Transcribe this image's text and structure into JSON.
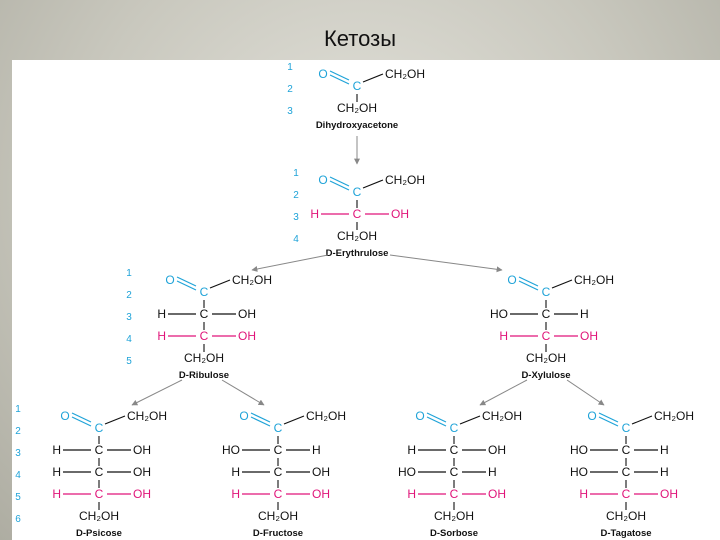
{
  "slide": {
    "title": "Кетозы"
  },
  "colors": {
    "carbonyl": "#1fa3d8",
    "new_center": "#e0157a",
    "text": "#111111",
    "arrow": "#888888"
  },
  "labels": {
    "carbonyl_o": "O",
    "carbon": "C",
    "ch2oh": "CH₂OH",
    "h": "H",
    "oh": "OH",
    "ho": "HO"
  },
  "molecules": [
    {
      "name": "Dihydroxyacetone",
      "position_numbers": [
        "1",
        "2",
        "3"
      ],
      "rows": []
    },
    {
      "name": "D-Erythrulose",
      "position_numbers": [
        "1",
        "2",
        "3",
        "4"
      ],
      "rows": [
        {
          "left": "H",
          "right": "OH",
          "new": true
        }
      ]
    },
    {
      "name": "D-Ribulose",
      "position_numbers": [
        "1",
        "2",
        "3",
        "4",
        "5"
      ],
      "rows": [
        {
          "left": "H",
          "right": "OH",
          "new": false
        },
        {
          "left": "H",
          "right": "OH",
          "new": true
        }
      ]
    },
    {
      "name": "D-Xylulose",
      "position_numbers": [],
      "rows": [
        {
          "left": "HO",
          "right": "H",
          "new": false
        },
        {
          "left": "H",
          "right": "OH",
          "new": true
        }
      ]
    },
    {
      "name": "D-Psicose",
      "position_numbers": [
        "1",
        "2",
        "3",
        "4",
        "5",
        "6"
      ],
      "rows": [
        {
          "left": "H",
          "right": "OH",
          "new": false
        },
        {
          "left": "H",
          "right": "OH",
          "new": false
        },
        {
          "left": "H",
          "right": "OH",
          "new": true
        }
      ]
    },
    {
      "name": "D-Fructose",
      "position_numbers": [],
      "rows": [
        {
          "left": "HO",
          "right": "H",
          "new": false
        },
        {
          "left": "H",
          "right": "OH",
          "new": false
        },
        {
          "left": "H",
          "right": "OH",
          "new": true
        }
      ]
    },
    {
      "name": "D-Sorbose",
      "position_numbers": [],
      "rows": [
        {
          "left": "H",
          "right": "OH",
          "new": false
        },
        {
          "left": "HO",
          "right": "H",
          "new": false
        },
        {
          "left": "H",
          "right": "OH",
          "new": true
        }
      ]
    },
    {
      "name": "D-Tagatose",
      "position_numbers": [],
      "rows": [
        {
          "left": "HO",
          "right": "H",
          "new": false
        },
        {
          "left": "HO",
          "right": "H",
          "new": false
        },
        {
          "left": "H",
          "right": "OH",
          "new": true
        }
      ]
    }
  ]
}
